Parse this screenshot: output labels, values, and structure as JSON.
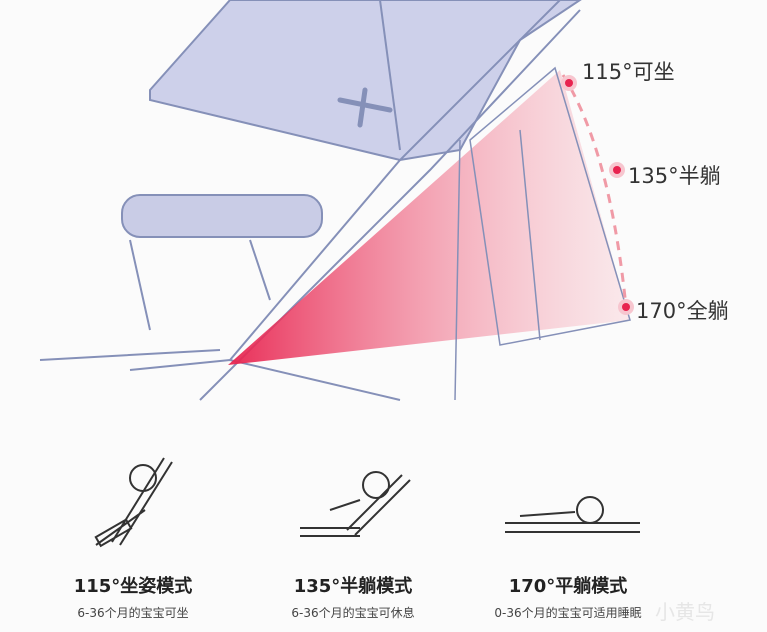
{
  "angles": [
    {
      "label": "115°可坐"
    },
    {
      "label": "135°半躺"
    },
    {
      "label": "170°全躺"
    }
  ],
  "modes": [
    {
      "title": "115°坐姿模式",
      "subtitle": "6-36个月的宝宝可坐"
    },
    {
      "title": "135°半躺模式",
      "subtitle": "6-36个月的宝宝可休息"
    },
    {
      "title": "170°平躺模式",
      "subtitle": "0-36个月的宝宝可适用睡眠"
    }
  ],
  "watermark": "小黄鸟",
  "colors": {
    "accent": "#e8234f",
    "line": "#8590b8",
    "fabric": "#c9cce6"
  }
}
